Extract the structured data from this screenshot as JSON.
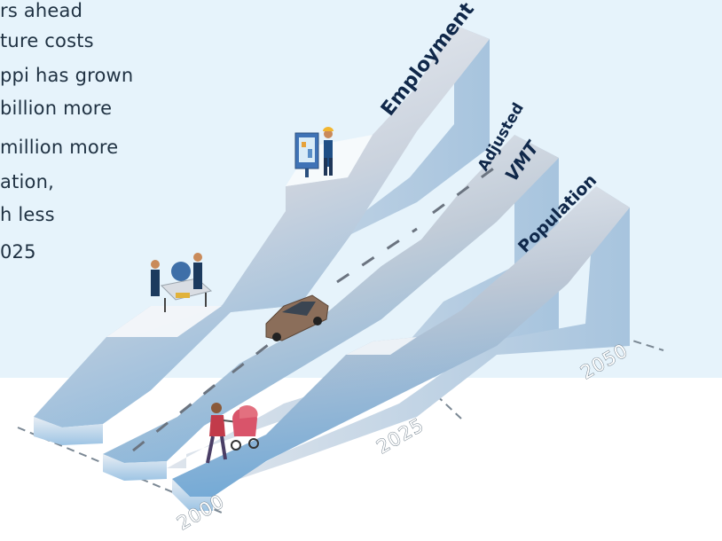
{
  "intro_lines": [
    "rs ahead",
    "ture costs",
    "ppi has grown",
    "billion more",
    "million more",
    "ation,",
    "h less",
    "025"
  ],
  "ramps": {
    "employment": "Employment",
    "adjusted": "Adjusted",
    "vmt": "VMT",
    "population": "Population"
  },
  "years": [
    "2000",
    "2025",
    "2050"
  ],
  "colors": {
    "panel": "#e6f3fb",
    "ramp_light": "#f3f5f8",
    "ramp_mid": "#c7d0dc",
    "ramp_blue": "#7fb3da",
    "label": "#10284a"
  },
  "icons": [
    "workers-at-table-icon",
    "worker-at-screen-icon",
    "car-icon",
    "person-with-stroller-icon"
  ]
}
